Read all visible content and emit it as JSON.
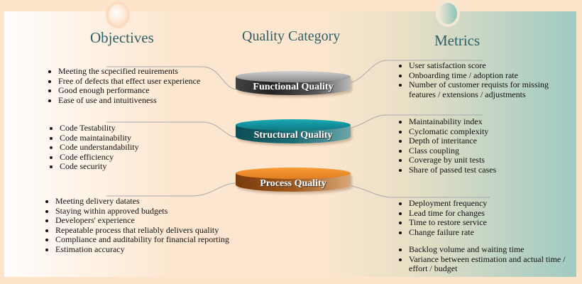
{
  "headers": {
    "objectives": "Objectives",
    "category": "Quality Category",
    "metrics": "Metrics"
  },
  "categories": [
    {
      "label": "Functional Quality",
      "color": "#555555",
      "objectives": [
        "Meeting the scpecified reuirements",
        "Free of defects that effect user experience",
        "Good enough performance",
        "Ease of use and intuitiveness"
      ],
      "metrics": [
        "User satisfaction score",
        "Onboarding time / adoption rate",
        "Number of customer requists for missing features / extensions / adjustments"
      ]
    },
    {
      "label": "Structural Quality",
      "color": "#137f88",
      "objectives": [
        "Code Testability",
        "Code maintainability",
        "Code understandability",
        "Code efficiency",
        "Code security"
      ],
      "metrics": [
        "Maintainability index",
        "Cyclomatic complexity",
        "Depth of interitance",
        "Class coupling",
        "Coverage by unit tests",
        "Share of passed test cases"
      ]
    },
    {
      "label": "Process Quality",
      "color": "#e8862a",
      "objectives": [
        "Meeting delivery datates",
        "Staying within approved budgets",
        "Developers' experience",
        "Repeatable process that reliably delivers quality",
        "Compliance and auditability for financial reporting",
        "Estimation accuracy"
      ],
      "metrics": [
        "Deployment frequency",
        "Lead time for changes",
        "Time to restore service",
        "Change failure rate",
        "Backlog volume and waiting time",
        "Variance between estimation and actual time / effort / budget"
      ]
    }
  ]
}
